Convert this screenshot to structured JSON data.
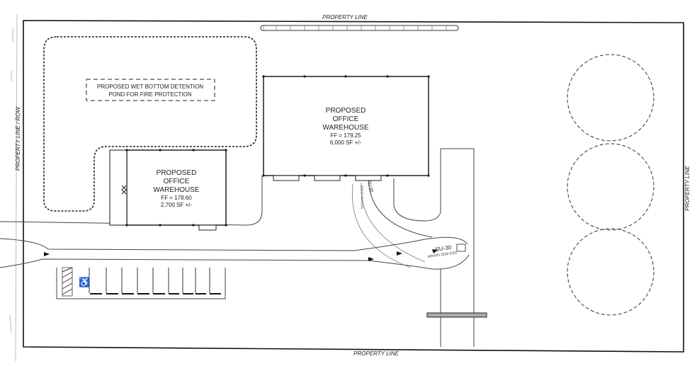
{
  "property_lines": {
    "top": "PROPERTY LINE",
    "bottom": "PROPERTY LINE",
    "right": "PROPERTY LINE",
    "left": "PROPERTY LINE / ROW"
  },
  "detention_pond": {
    "line1": "PROPOSED WET BOTTOM DETENTION",
    "line2": "POND FOR FIRE PROTECTION"
  },
  "building_large": {
    "line1": "PROPOSED",
    "line2": "OFFICE",
    "line3": "WAREHOUSE",
    "ff": "FF = 179.25",
    "area": "6,000 SF +/-"
  },
  "building_small": {
    "line1": "PROPOSED",
    "line2": "OFFICE",
    "line3": "WAREHOUSE",
    "ff": "FF = 178.60",
    "area": "2,700 SF +/-"
  },
  "turning_templates": {
    "vehicle": "SU-30",
    "standard": "ASHTO 2018 (US)"
  },
  "parking": {
    "accessible_symbol": "♿"
  }
}
